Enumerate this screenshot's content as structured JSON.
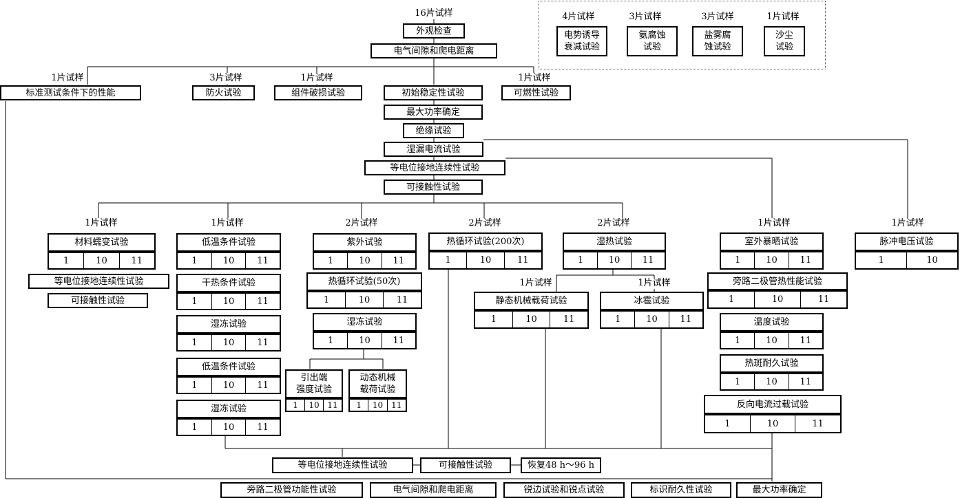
{
  "diagram": {
    "top": {
      "samples_16": "16片试样",
      "visual": "外观检查",
      "clearance_top": "电气间隙和爬电距离"
    },
    "branches": {
      "b1_label": "1片试样",
      "b1_box": "标准测试条件下的性能",
      "b2_label": "3片试样",
      "b2_box": "防火试验",
      "b3_label": "1片试样",
      "b3_box": "组件破损试验",
      "b5_label": "1片试样",
      "b5_box": "可燃性试验"
    },
    "chain": {
      "stab": "初始稳定性试验",
      "maxpow": "最大功率确定",
      "insul": "绝缘试验",
      "wetleak": "湿漏电流试验",
      "eqbond": "等电位接地连续性试验",
      "touch": "可接触性试验"
    },
    "legend": [
      {
        "label": "4片试样",
        "box": "电势诱导\n衰减试验"
      },
      {
        "label": "3片试样",
        "box": "氨腐蚀\n试验"
      },
      {
        "label": "3片试样",
        "box": "盐雾腐\n蚀试验"
      },
      {
        "label": "1片试样",
        "box": "沙尘\n试验"
      }
    ],
    "col1": {
      "label": "1片试样",
      "creep": "材料蠕变试验",
      "grid": [
        "1",
        "10",
        "11"
      ],
      "eqbond": "等电位接地连续性试验",
      "touch": "可接触性试验"
    },
    "col2": {
      "label": "1片试样",
      "lowtemp1": "低温条件试验",
      "g1": [
        "1",
        "10",
        "11"
      ],
      "dryheat": "干热条件试验",
      "g2": [
        "1",
        "10",
        "11"
      ],
      "hf1": "湿冻试验",
      "g3": [
        "1",
        "10",
        "11"
      ],
      "lowtemp2": "低温条件试验",
      "g4": [
        "1",
        "10",
        "11"
      ],
      "hf2": "湿冻试验",
      "g5": [
        "1",
        "10",
        "11"
      ]
    },
    "col3": {
      "label": "2片试样",
      "uv": "紫外试验",
      "g1": [
        "1",
        "10",
        "11"
      ],
      "tc50": "热循环试验(50次)",
      "g2": [
        "1",
        "10",
        "11"
      ],
      "hf": "湿冻试验",
      "g3": [
        "1",
        "10",
        "11"
      ],
      "term": "引出端\n强度试验",
      "g4": [
        "1",
        "10",
        "11"
      ],
      "dyn": "动态机械\n载荷试验",
      "g5": [
        "1",
        "10",
        "11"
      ]
    },
    "col4": {
      "label": "2片试样",
      "tc200": "热循环试验(200次)",
      "g1": [
        "1",
        "10",
        "11"
      ],
      "static_label": "1片试样",
      "static": "静态机械载荷试验",
      "g2": [
        "1",
        "10",
        "11"
      ]
    },
    "col5": {
      "label": "2片试样",
      "dh": "湿热试验",
      "g1": [
        "1",
        "10",
        "11"
      ],
      "hail_label": "1片试样",
      "hail": "冰雹试验",
      "g2": [
        "1",
        "10",
        "11"
      ]
    },
    "col6": {
      "label": "1片试样",
      "outdoor": "室外暴晒试验",
      "g1": [
        "1",
        "10",
        "11"
      ],
      "bypass": "旁路二极管热性能试验",
      "g2": [
        "1",
        "10",
        "11"
      ],
      "temp": "温度试验",
      "g3": [
        "1",
        "10",
        "11"
      ],
      "hotspot": "热斑耐久试验",
      "g4": [
        "1",
        "10",
        "11"
      ],
      "revcur": "反向电流过载试验",
      "g5": [
        "1",
        "10",
        "11"
      ]
    },
    "col7": {
      "label": "1片试样",
      "impulse": "脉冲电压试验",
      "g1": [
        "1",
        "10"
      ]
    },
    "bottom1": {
      "eqbond": "等电位接地连续性试验",
      "touch": "可接触性试验",
      "recover": "恢复48 h～96 h"
    },
    "bottom2": {
      "bypassfunc": "旁路二极管功能性试验",
      "clearance": "电气间隙和爬电距离",
      "sharp": "锐边试验和锐点试验",
      "marking": "标识耐久性试验",
      "maxpow": "最大功率确定"
    }
  }
}
